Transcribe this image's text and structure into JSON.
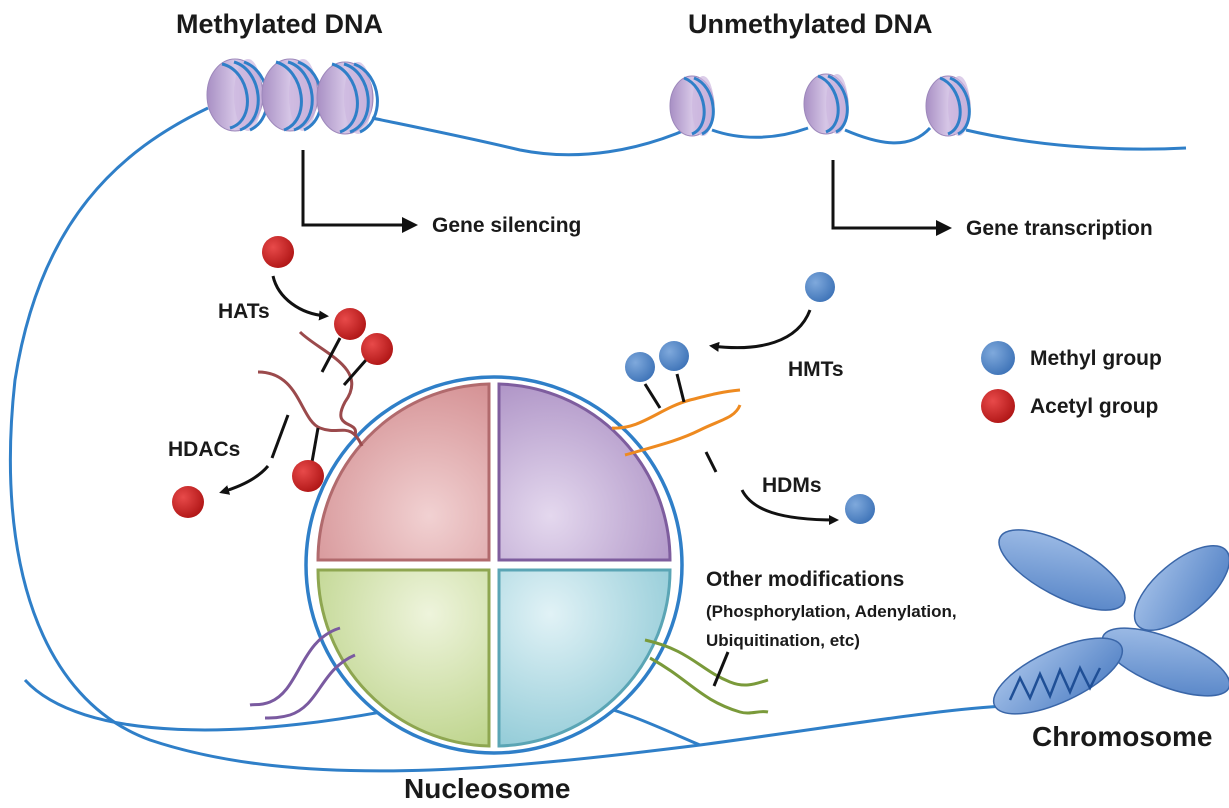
{
  "labels": {
    "methylated_dna": "Methylated DNA",
    "unmethylated_dna": "Unmethylated DNA",
    "gene_silencing": "Gene silencing",
    "gene_transcription": "Gene transcription",
    "hats": "HATs",
    "hdacs": "HDACs",
    "hmts": "HMTs",
    "hdms": "HDMs",
    "other_modifications": "Other modifications",
    "other_modifications_detail_1": "(Phosphorylation,  Adenylation,",
    "other_modifications_detail_2": "Ubiquitination,  etc)",
    "nucleosome": "Nucleosome",
    "chromosome": "Chromosome"
  },
  "legend": {
    "methyl_group": "Methyl group",
    "acetyl_group": "Acetyl group"
  },
  "colors": {
    "dna": "#2f7fc8",
    "methyl": "#4f86c6",
    "acetyl": "#cc2222",
    "histone_red": "#d98f92",
    "histone_purple": "#b49ac9",
    "histone_green": "#c6d99a",
    "histone_cyan": "#9ccfd9",
    "histone_disc": "#c4acdb"
  }
}
